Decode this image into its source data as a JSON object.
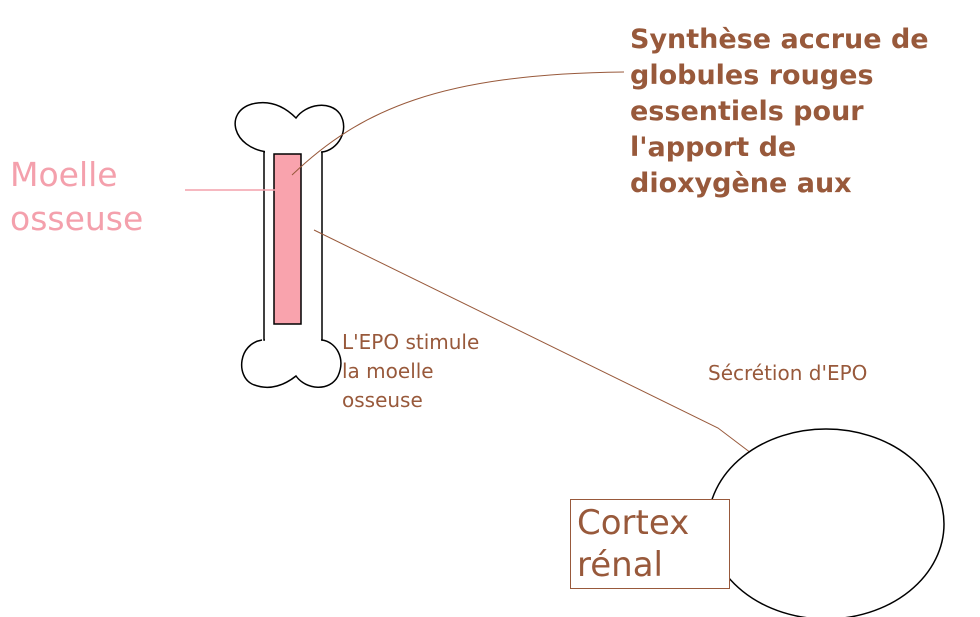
{
  "colors": {
    "brown": "#98593b",
    "pink": "#f4a0ac",
    "marrow_fill": "#f9a3ad",
    "outline": "#000000"
  },
  "labels": {
    "marrow": "Moelle\nosseuse",
    "synthesis": "Synthèse accrue de\nglobules rouges\nessentiels pour\nl'apport de\ndioxygène aux",
    "epo_stimulates": "L'EPO stimule\nla moelle\nosseuse",
    "epo_secretion": "Sécrétion d'EPO",
    "cortex": "Cortex\n rénal"
  }
}
